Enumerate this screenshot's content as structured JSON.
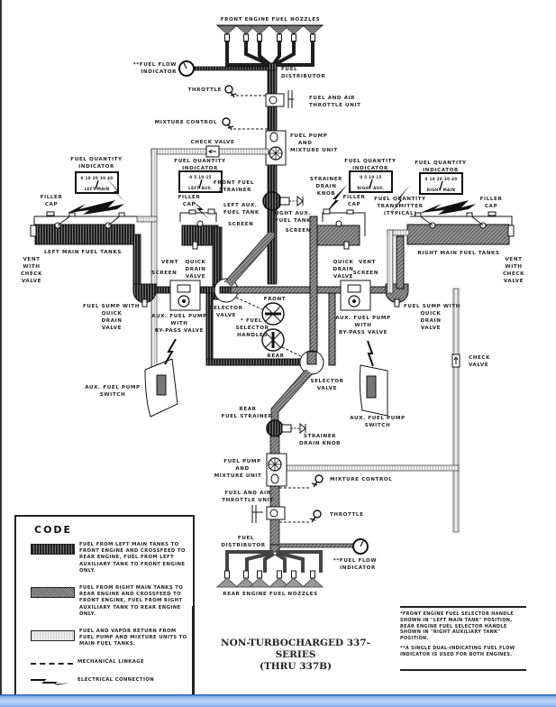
{
  "diagram": {
    "title_line1": "NON-TURBOCHARGED 337-SERIES",
    "title_line2": "(THRU 337B)",
    "labels": {
      "front_nozzles": "FRONT ENGINE FUEL NOZZLES",
      "fuel_flow_indicator_top_1": "**FUEL FLOW",
      "fuel_flow_indicator_top_2": "INDICATOR",
      "fuel_distributor_top_1": "FUEL",
      "fuel_distributor_top_2": "DISTRIBUTOR",
      "throttle_top": "THROTTLE",
      "throttle_unit_top_1": "FUEL AND AIR",
      "throttle_unit_top_2": "THROTTLE UNIT",
      "mixture_control_top": "MIXTURE CONTROL",
      "check_valve_top": "CHECK VALVE",
      "fuel_pump_top_1": "FUEL PUMP",
      "fuel_pump_top_2": "AND",
      "fuel_pump_top_3": "MIXTURE UNIT",
      "fqi_left_main_1": "FUEL QUANTITY",
      "fqi_left_main_2": "INDICATOR",
      "fqi_left_main_scale": "0 10 20 30 40",
      "fqi_left_main_face": "LEFT MAIN",
      "fqi_left_aux_1": "FUEL QUANTITY",
      "fqi_left_aux_2": "INDICATOR",
      "fqi_left_aux_scale": "0 5 10 15",
      "fqi_left_aux_face": "LEFT AUX.",
      "front_strainer_1": "FRONT FUEL",
      "front_strainer_2": "STRAINER",
      "strainer_knob_top_1": "STRAINER",
      "strainer_knob_top_2": "DRAIN",
      "strainer_knob_top_3": "KNOB",
      "fqi_right_aux_1": "FUEL QUANTITY",
      "fqi_right_aux_2": "INDICATOR",
      "fqi_right_aux_scale": "0 5 10 15",
      "fqi_right_aux_face": "RIGHT AUX.",
      "fqi_right_main_1": "FUEL QUANTITY",
      "fqi_right_main_2": "INDICATOR",
      "fqi_right_main_scale": "0 10 20 30 40",
      "fqi_right_main_face": "RIGHT MAIN",
      "filler_cap_1": "FILLER",
      "filler_cap_2": "CAP",
      "left_aux_tank_1": "LEFT AUX.",
      "left_aux_tank_2": "FUEL TANK",
      "right_aux_tank_1": "RIGHT AUX.",
      "right_aux_tank_2": "FUEL TANK",
      "transmitter_1": "FUEL QUANTITY",
      "transmitter_2": "TRANSMITTER",
      "transmitter_3": "(TYPICAL)",
      "screen": "SCREEN",
      "left_main_tanks": "LEFT MAIN FUEL TANKS",
      "right_main_tanks": "RIGHT MAIN FUEL TANKS",
      "vent_check_1": "VENT",
      "vent_check_2": "WITH",
      "vent_check_3": "CHECK",
      "vent_check_4": "VALVE",
      "vent": "VENT",
      "quick_drain_1": "QUICK",
      "quick_drain_2": "DRAIN",
      "quick_drain_3": "VALVE",
      "sump_1": "FUEL SUMP WITH",
      "sump_2": "QUICK",
      "sump_3": "DRAIN",
      "sump_4": "VALVE",
      "aux_pump_1": "AUX. FUEL PUMP",
      "aux_pump_2": "WITH",
      "aux_pump_3": "BY-PASS VALVE",
      "selector_valve_1": "SELECTOR",
      "selector_valve_2": "VALVE",
      "front": "FRONT",
      "rear": "REAR",
      "selector_handles_1": "* FUEL",
      "selector_handles_2": "SELECTOR",
      "selector_handles_3": "HANDLES",
      "aux_pump_switch_1": "AUX. FUEL PUMP",
      "aux_pump_switch_2": "SWITCH",
      "check_valve_right_1": "CHECK",
      "check_valve_right_2": "VALVE",
      "rear_strainer_1": "REAR",
      "rear_strainer_2": "FUEL STRAINER",
      "strainer_knob_bottom_1": "STRAINER",
      "strainer_knob_bottom_2": "DRAIN KNOB",
      "fuel_pump_bottom_1": "FUEL PUMP",
      "fuel_pump_bottom_2": "AND",
      "fuel_pump_bottom_3": "MIXTURE UNIT",
      "mixture_control_bottom": "MIXTURE CONTROL",
      "throttle_unit_bottom_1": "FUEL AND AIR",
      "throttle_unit_bottom_2": "THROTTLE UNIT",
      "throttle_bottom": "THROTTLE",
      "fuel_distributor_bottom_1": "FUEL",
      "fuel_distributor_bottom_2": "DISTRIBUTOR",
      "fuel_flow_indicator_bottom_1": "**FUEL FLOW",
      "fuel_flow_indicator_bottom_2": "INDICATOR",
      "rear_nozzles": "REAR ENGINE FUEL NOZZLES"
    }
  },
  "code": {
    "title": "CODE",
    "items": [
      {
        "kind": "left-main",
        "text": "FUEL FROM LEFT MAIN TANKS TO FRONT ENGINE AND CROSSFEED TO REAR ENGINE, FUEL FROM LEFT AUXILIARY TANK TO FRONT ENGINE ONLY."
      },
      {
        "kind": "right-main",
        "text": "FUEL FROM RIGHT MAIN TANKS TO REAR ENGINE AND CROSSFEED TO FRONT ENGINE, FUEL FROM RIGHT AUXILIARY TANK TO REAR ENGINE ONLY."
      },
      {
        "kind": "return",
        "text": "FUEL AND VAPOR RETURN FROM FUEL PUMP AND MIXTURE UNITS TO MAIN FUEL TANKS."
      },
      {
        "kind": "mechanical",
        "text": "MECHANICAL LINKAGE"
      },
      {
        "kind": "electrical",
        "text": "ELECTRICAL CONNECTION"
      }
    ]
  },
  "notes": [
    "*FRONT ENGINE FUEL SELECTOR HANDLE SHOWN IN \"LEFT MAIN TANK\" POSITION, REAR ENGINE FUEL SELECTOR HANDLE SHOWN IN \"RIGHT AUXILIARY TANK\" POSITION.",
    "**A SINGLE DUAL-INDICATING FUEL FLOW INDICATOR IS USED FOR BOTH ENGINES."
  ],
  "colors": {
    "left_main_line": "#222222",
    "right_main_line": "#7a7a7a",
    "return_line": "#d8d8d8",
    "taskbar": "#8db8ef"
  }
}
